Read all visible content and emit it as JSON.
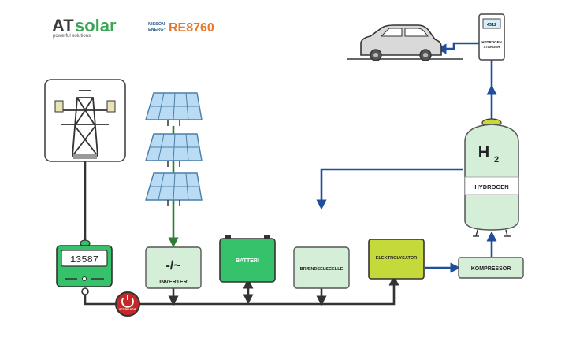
{
  "logos": {
    "atsolar": {
      "prefix": "AT",
      "word": "solar",
      "tagline": "powerful solutions"
    },
    "nissson": {
      "line1": "NISSON",
      "line2": "ENERGY",
      "product": "RE8760"
    }
  },
  "meter": {
    "reading": "13587"
  },
  "power_button": {
    "label": "OFF/ON GRID"
  },
  "inverter": {
    "symbol": "-/~",
    "label": "INVERTER"
  },
  "battery": {
    "label": "BATTERI"
  },
  "fuel_cell": {
    "label": "BRÆNDSELSCELLE"
  },
  "electrolyzer": {
    "label": "ELEKTROLYSATOR"
  },
  "compressor": {
    "label": "KOMPRESSOR"
  },
  "tank": {
    "formula": "H",
    "subscript": "2",
    "label": "HYDROGEN"
  },
  "station": {
    "display": "4312",
    "line1": "HYDROGEN",
    "line2": "STANDER"
  },
  "colors": {
    "green_brand": "#3aa655",
    "orange_brand": "#e8792b",
    "dark_green": "#2f7d35",
    "line_black": "#333333",
    "line_blue": "#1f4e9c",
    "light_green": "#d4eed8",
    "battery_green": "#35c26b",
    "electrolyzer_yellow": "#c5d93a",
    "panel_blue": "#b9dcf4",
    "power_red": "#c62828"
  }
}
